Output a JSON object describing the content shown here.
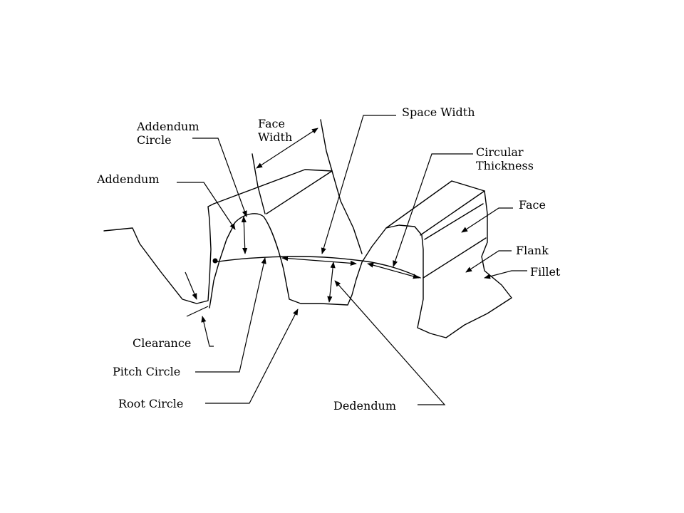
{
  "labels": {
    "addendum_circle": "Addendum Circle",
    "face_width": "Face Width",
    "space_width": "Space Width",
    "circular_thickness": "Circular Thickness",
    "addendum": "Addendum",
    "face": "Face",
    "flank": "Flank",
    "fillet": "Fillet",
    "clearance": "Clearance",
    "pitch_circle": "Pitch Circle",
    "root_circle": "Root Circle",
    "dedendum": "Dedendum"
  }
}
